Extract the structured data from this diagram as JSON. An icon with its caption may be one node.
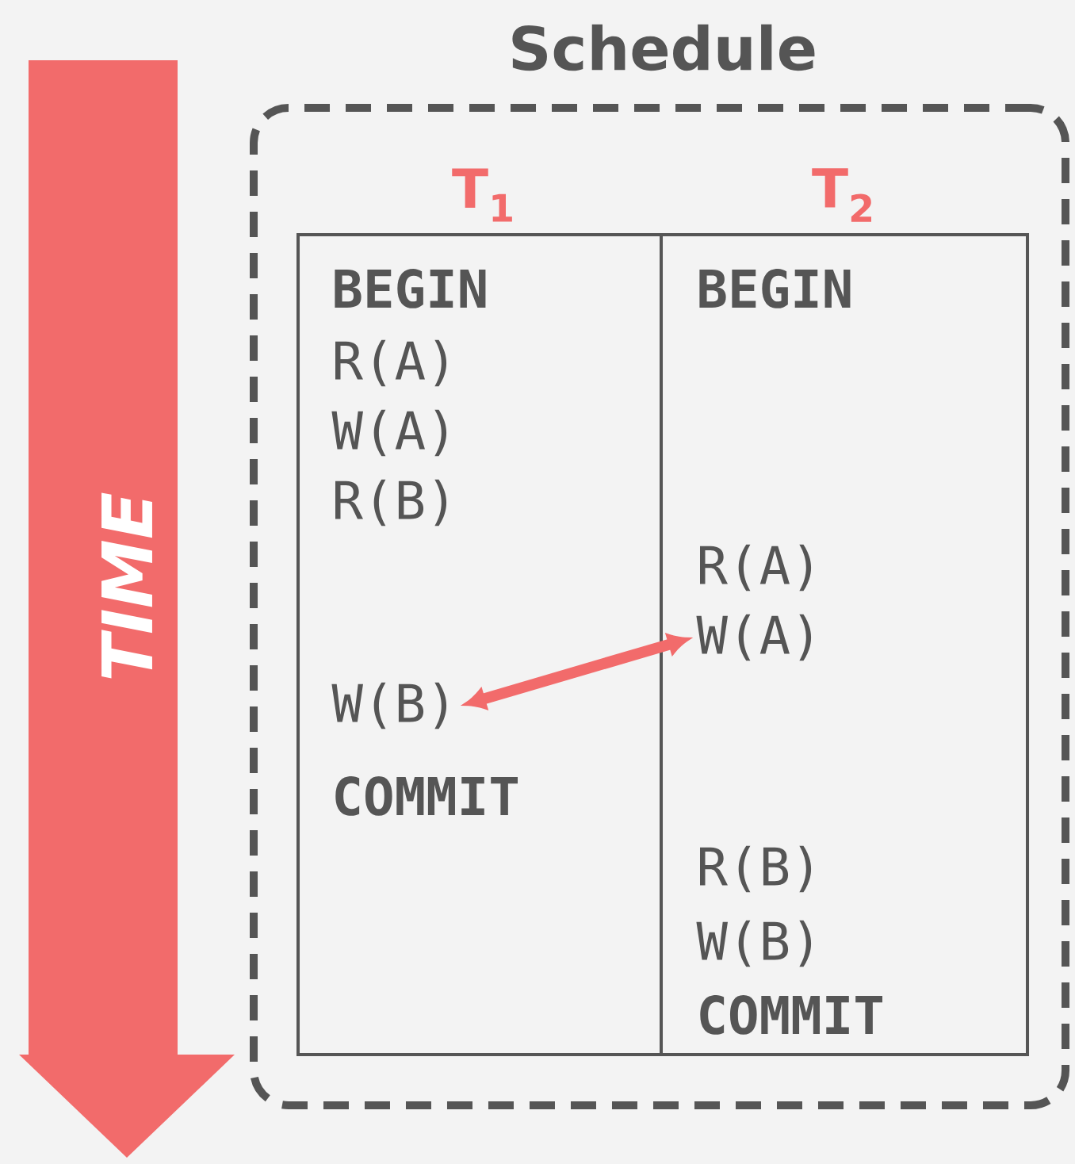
{
  "diagram": {
    "nodes": [
      {
        "text": [
          "Schedule"
        ]
      },
      {
        "text": [
          "W(B)"
        ],
        "in": 0
      },
      {
        "text": [
          "W(A)"
        ],
        "in": 0
      }
    ],
    "edges": [
      {
        "from": 1,
        "to": 2,
        "arrow": "both",
        "color": "#f26b6b"
      }
    ],
    "labels": [
      "TIME",
      "T$_{1}$",
      "T$_{2}$",
      "BEGIN",
      "BEGIN",
      "R(A)",
      "W(A)",
      "R(B)",
      "R(A)",
      "COMMIT",
      "R(B)",
      "W(B)",
      "COMMIT"
    ]
  }
}
